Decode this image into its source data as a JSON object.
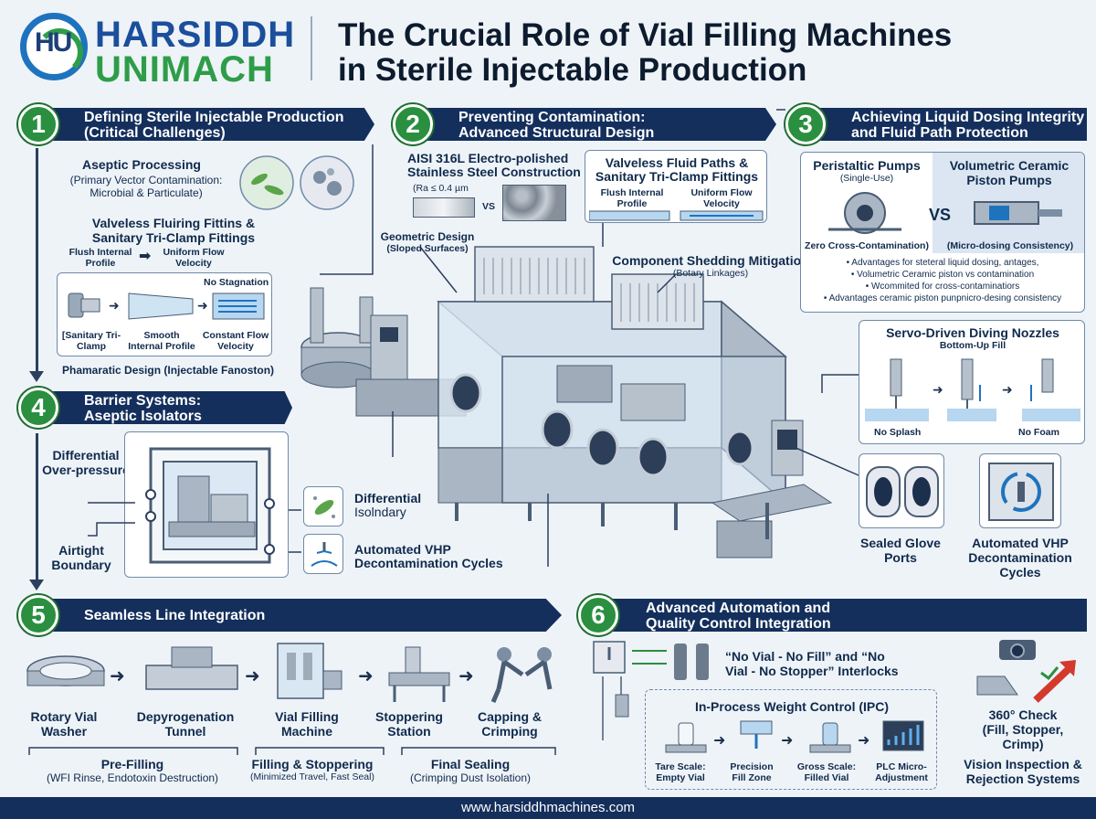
{
  "header": {
    "brand_line1": "HARSIDDH",
    "brand_line2": "UNIMACH",
    "logo_letters": "HU",
    "title_line1": "The Crucial Role of Vial Filling Machines",
    "title_line2": "in Sterile Injectable Production"
  },
  "sections": {
    "s1": {
      "num": "1",
      "line1": "Defining Sterile Injectable Production",
      "line2": "(Critical Challenges)"
    },
    "s2": {
      "num": "2",
      "line1": "Preventing Contamination:",
      "line2": "Advanced Structural Design"
    },
    "s3": {
      "num": "3",
      "line1": "Achieving Liquid Dosing Integrity",
      "line2": "and Fluid Path Protection"
    },
    "s4": {
      "num": "4",
      "line1": "Barrier Systems:",
      "line2": "Aseptic Isolators"
    },
    "s5": {
      "num": "5",
      "line1": "Seamless Line Integration",
      "line2": ""
    },
    "s6": {
      "num": "6",
      "line1": "Advanced Automation and",
      "line2": "Quality Control Integration"
    }
  },
  "s1": {
    "aseptic_title": "Aseptic Processing",
    "aseptic_sub1": "(Primary Vector Contamination:",
    "aseptic_sub2": "Microbial & Particulate)",
    "valve_title1": "Valveless Fluiring Fittins &",
    "valve_title2": "Sanitary Tri-Clamp Fittings",
    "flush1": "Flush Internal",
    "flush2": "Profile",
    "uniform1": "Uniform Flow",
    "uniform2": "Velocity",
    "no_stagnation": "No Stagnation",
    "sanitary1": "[Sanitary Tri-",
    "sanitary2": "Clamp",
    "smooth1": "Smooth",
    "smooth2": "Internal Profile",
    "constant1": "Constant Flow",
    "constant2": "Velocity",
    "pharma": "Phamaratic Design (Injectable Fanoston)"
  },
  "s2": {
    "steel1": "AISI 316L Electro-polished",
    "steel2": "Stainless Steel Construction",
    "ra": "(Ra ≤ 0.4 µm",
    "vs": "VS",
    "geo1": "Geometric Design",
    "geo2": "(Sloped Surfaces)",
    "vfp1": "Valveless Fluid Paths &",
    "vfp2": "Sanitary Tri-Clamp Fittings",
    "flush1": "Flush Internal",
    "flush2": "Profile",
    "uniform1": "Uniform Flow",
    "uniform2": "Velocity",
    "shed1": "Component Shedding Mitigation",
    "shed2": "(Botary Linkages)"
  },
  "s3": {
    "peri1": "Peristaltic Pumps",
    "peri2": "(Single-Use)",
    "vol1": "Volumetric Ceramic",
    "vol2": "Piston Pumps",
    "vs": "VS",
    "zero": "Zero Cross-Contamination)",
    "micro": "(Micro-dosing Consistency)",
    "b1": "• Advantages for steteral liquid dosing, antages,",
    "b2": "• Volumetric Ceramic piston vs contamination",
    "b3": "• Wcommited for cross-contaminatiors",
    "b4": "• Advantages ceramic piston punpnicro-desing consistency",
    "servo1": "Servo-Driven Diving Nozzles",
    "servo2": "Bottom-Up Fill",
    "no_splash": "No Splash",
    "no_foam": "No Foam",
    "glove1": "Sealed Glove",
    "glove2": "Ports",
    "vhp1": "Automated VHP",
    "vhp2": "Decontamination",
    "vhp3": "Cycles"
  },
  "s4": {
    "diff1": "Differential",
    "diff2": "Over-pressure",
    "air1": "Airtight",
    "air2": "Boundary",
    "iso1": "Differential",
    "iso2": "Isolndary",
    "vhp1": "Automated VHP",
    "vhp2": "Decontamination Cycles"
  },
  "s5": {
    "steps": [
      {
        "l1": "Rotary Vial",
        "l2": "Washer"
      },
      {
        "l1": "Depyrogenation",
        "l2": "Tunnel"
      },
      {
        "l1": "Vial Filling",
        "l2": "Machine"
      },
      {
        "l1": "Stoppering",
        "l2": "Station"
      },
      {
        "l1": "Capping &",
        "l2": "Crimping"
      }
    ],
    "g1_title": "Pre-Filling",
    "g1_sub": "(WFI Rinse, Endotoxin Destruction)",
    "g2_title": "Filling & Stoppering",
    "g2_sub": "(Minimized Travel, Fast Seal)",
    "g3_title": "Final Sealing",
    "g3_sub": "(Crimping Dust Isolation)"
  },
  "s6": {
    "interlock1": "“No Vial - No Fill” and “No",
    "interlock2": "Vial - No Stopper” Interlocks",
    "ipc_title": "In-Process Weight Control (IPC)",
    "ipc_steps": [
      {
        "l1": "Tare Scale:",
        "l2": "Empty Vial"
      },
      {
        "l1": "Precision",
        "l2": "Fill Zone"
      },
      {
        "l1": "Gross Scale:",
        "l2": "Filled Vial"
      },
      {
        "l1": "PLC Micro-",
        "l2": "Adjustment"
      }
    ],
    "check1": "360° Check",
    "check2": "(Fill, Stopper,",
    "check3": "Crimp)",
    "vision1": "Vision Inspection &",
    "vision2": "Rejection Systems"
  },
  "footer": "www.harsiddhmachines.com",
  "colors": {
    "navy": "#142f5c",
    "green": "#2a8f3f",
    "blue": "#1b4f9c"
  }
}
